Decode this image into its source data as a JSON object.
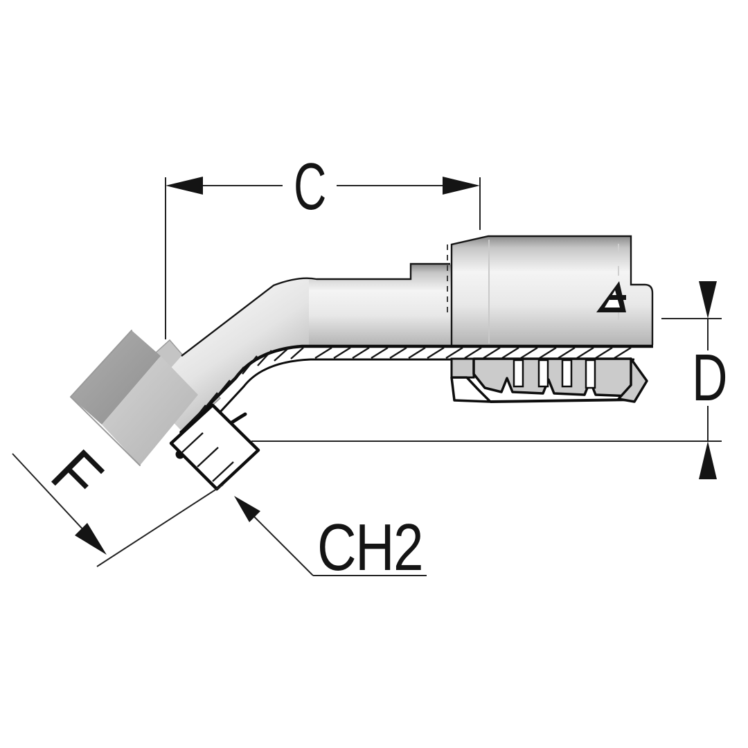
{
  "diagram": {
    "type": "technical-drawing",
    "subject": "45-degree female swivel elbow hydraulic hose fitting shown in half-section",
    "labels": {
      "length_c": "C",
      "diameter_d": "D",
      "thread_f": "F",
      "hex_ch2": "CH2"
    },
    "colors": {
      "background": "#ffffff",
      "outline": "#141414",
      "section_line": "#0d0d0d",
      "dimension_line": "#222222",
      "metal_highlight": "#f4f4f4",
      "metal_mid": "#d9d9d9",
      "metal_shadow": "#8e8e8e",
      "nut_dark_flat": "#a4a4a4",
      "nut_light_flat": "#c9c9c9",
      "serration_fill": "#cbcbcb"
    }
  }
}
